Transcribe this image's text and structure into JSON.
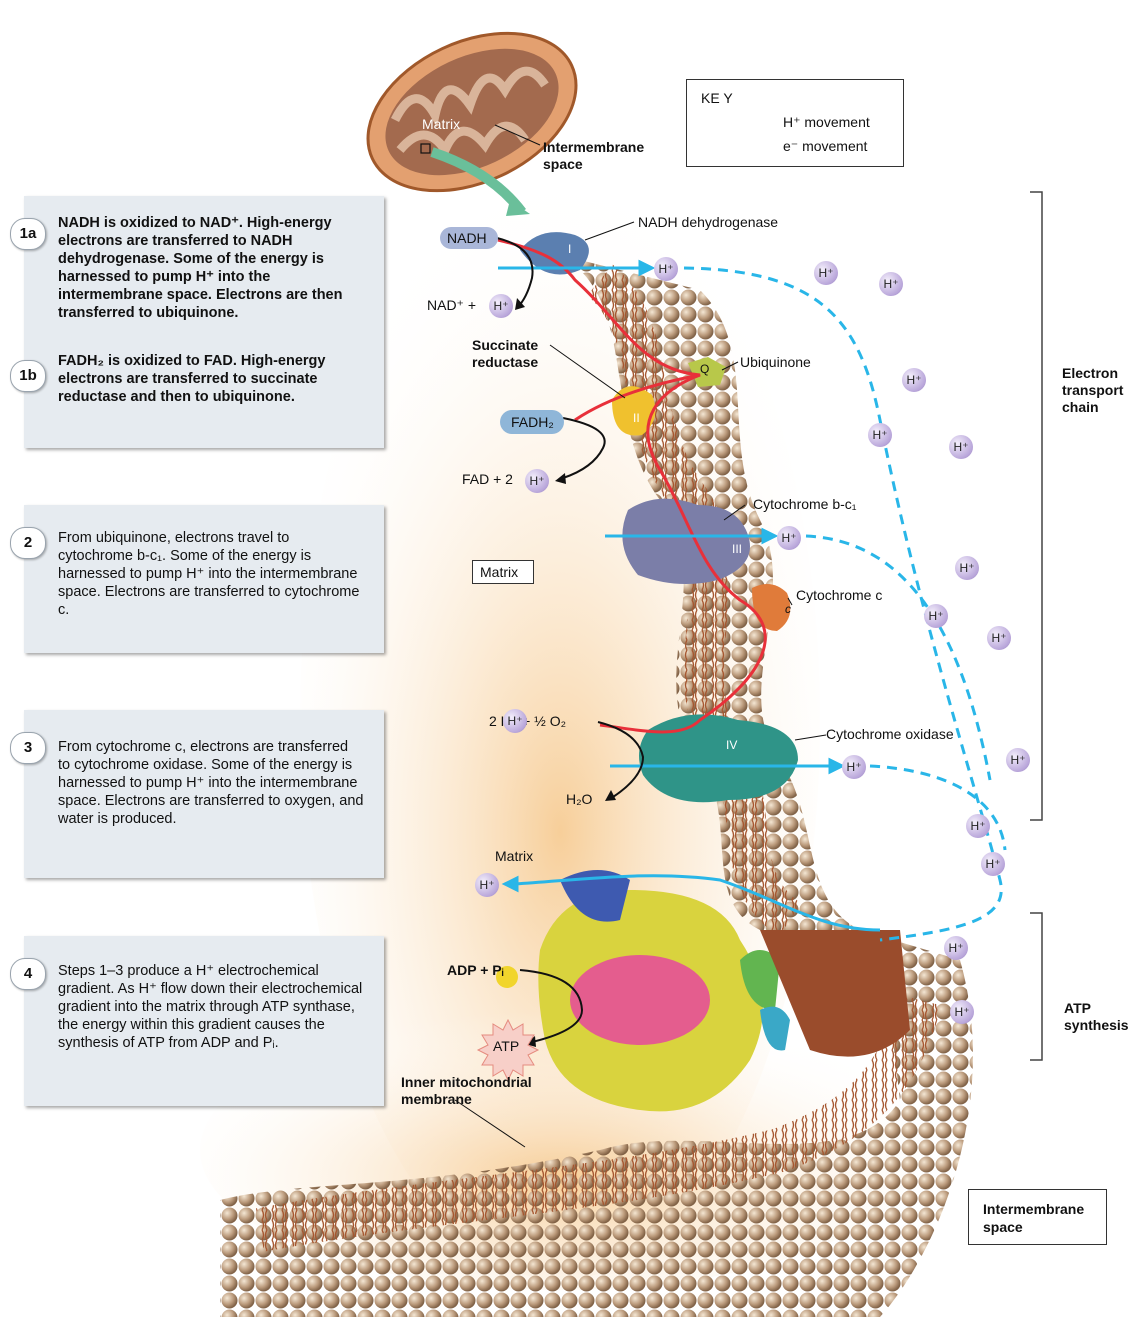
{
  "key": {
    "title": "KE Y",
    "h_movement": "H⁺  movement",
    "e_movement": "e⁻  movement",
    "h_color": "#29b6e8",
    "e_color": "#e8303a"
  },
  "mito": {
    "matrix": "Matrix",
    "intermembrane": "Intermembrane\nspace"
  },
  "steps": [
    {
      "badge": "1a",
      "text": "NADH is oxidized to NAD⁺. High-energy electrons are transferred to NADH dehydrogenase. Some of the energy is harnessed to pump H⁺ into the intermembrane space. Electrons are then transferred to ubiquinone."
    },
    {
      "badge": "1b",
      "text": "FADH₂ is oxidized to FAD. High-energy electrons are transferred to succinate reductase and then to ubiquinone."
    },
    {
      "badge": "2",
      "text": "From ubiquinone, electrons travel to cytochrome b-c₁. Some of the energy is harnessed to pump H⁺ into the intermembrane space. Electrons are transferred to cytochrome c."
    },
    {
      "badge": "3",
      "text": "From cytochrome c, electrons are transferred to cytochrome oxidase. Some of the energy is harnessed to pump H⁺ into the intermembrane space. Electrons are transferred to oxygen, and water is produced."
    },
    {
      "badge": "4",
      "text": "Steps 1–3 produce a H⁺ electrochemical gradient. As H⁺ flow down their electrochemical gradient into the matrix through ATP synthase, the energy within this gradient causes the synthesis of ATP from ADP and Pᵢ."
    }
  ],
  "labels": {
    "nadh_dehydrogenase": "NADH dehydrogenase",
    "nadh": "NADH",
    "nad_plus": "NAD⁺ +",
    "succinate_reductase": "Succinate\nreductase",
    "ubiquinone": "Ubiquinone",
    "fadh2": "FADH₂",
    "fad": "FAD + 2",
    "cyt_bc1": "Cytochrome b-c₁",
    "matrix_box": "Matrix",
    "cyt_c": "Cytochrome c",
    "oxygen": "2 H⁺  +  ½ O₂",
    "cyt_oxidase": "Cytochrome oxidase",
    "h2o": "H₂O",
    "matrix_lower": "Matrix",
    "adp": "ADP + Pᵢ",
    "atp": "ATP",
    "inner_membrane": "Inner mitochondrial\nmembrane",
    "ims_box": "Intermembrane\nspace",
    "etc": "Electron\ntransport\nchain",
    "atp_synthesis": "ATP\nsynthesis",
    "h_ion": "H⁺",
    "complex_I": "I",
    "complex_II": "II",
    "complex_III": "III",
    "complex_IV": "IV",
    "complex_Q": "Q",
    "complex_c": "c"
  }
}
